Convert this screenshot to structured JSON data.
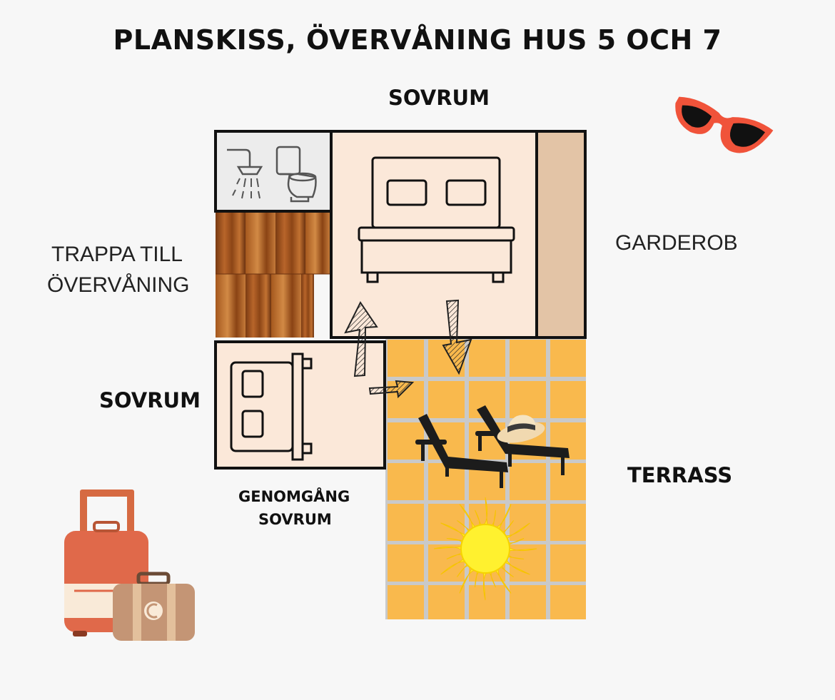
{
  "title": "PLANSKISS, ÖVERVÅNING HUS 5 OCH 7",
  "labels": {
    "top_bedroom": "SOVRUM",
    "wardrobe": "GARDEROB",
    "stairs_line1": "TRAPPA TILL",
    "stairs_line2": "ÖVERVÅNING",
    "left_bedroom": "SOVRUM",
    "pass_line1": "GENOMGÅNG",
    "pass_line2": "SOVRUM",
    "terrace": "TERRASS"
  },
  "colors": {
    "background": "#f7f7f7",
    "room_fill": "#fbe8d9",
    "wardrobe_fill": "#e3c4a6",
    "bathroom_fill": "#ececec",
    "terrace_tile": "#f9b94d",
    "terrace_grout": "#c9c9c9",
    "sun": "#fff12f",
    "sunglasses": "#f0533a",
    "suitcase_large": "#e0694a",
    "suitcase_small": "#c49575"
  },
  "icons": [
    "shower-icon",
    "toilet-icon",
    "double-bed-icon",
    "single-bed-icon",
    "sun-icon",
    "sunlounger-icon",
    "sunhat-icon",
    "sunglasses-icon",
    "suitcase-icon",
    "arrow-icon"
  ]
}
